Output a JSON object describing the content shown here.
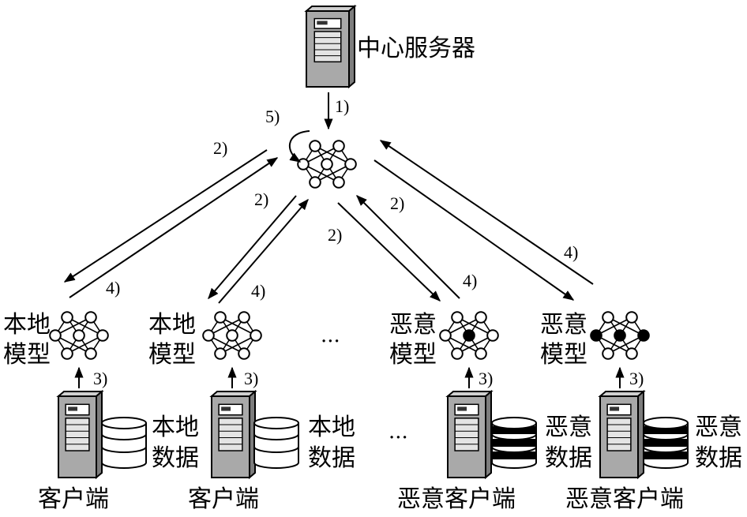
{
  "server": {
    "label": "中心服务器",
    "icon": "server-icon"
  },
  "steps": {
    "s1": "1)",
    "s2": "2)",
    "s3": "3)",
    "s4": "4)",
    "s5": "5)"
  },
  "ellipsis": "…",
  "ellipsis_long": "···",
  "nodes": [
    {
      "model_line1": "本地",
      "model_line2": "模型",
      "data_line1": "本地",
      "data_line2": "数据",
      "client": "客户端",
      "malicious": false
    },
    {
      "model_line1": "本地",
      "model_line2": "模型",
      "data_line1": "本地",
      "data_line2": "数据",
      "client": "客户端",
      "malicious": false
    },
    {
      "model_line1": "恶意",
      "model_line2": "模型",
      "data_line1": "恶意",
      "data_line2": "数据",
      "client": "恶意客户端",
      "malicious": true
    },
    {
      "model_line1": "恶意",
      "model_line2": "模型",
      "data_line1": "恶意",
      "data_line2": "数据",
      "client": "恶意客户端",
      "malicious": true
    }
  ],
  "colors": {
    "server_fill": "#a9a9a9",
    "server_panel": "#e4e4e4",
    "stroke": "#000000"
  }
}
